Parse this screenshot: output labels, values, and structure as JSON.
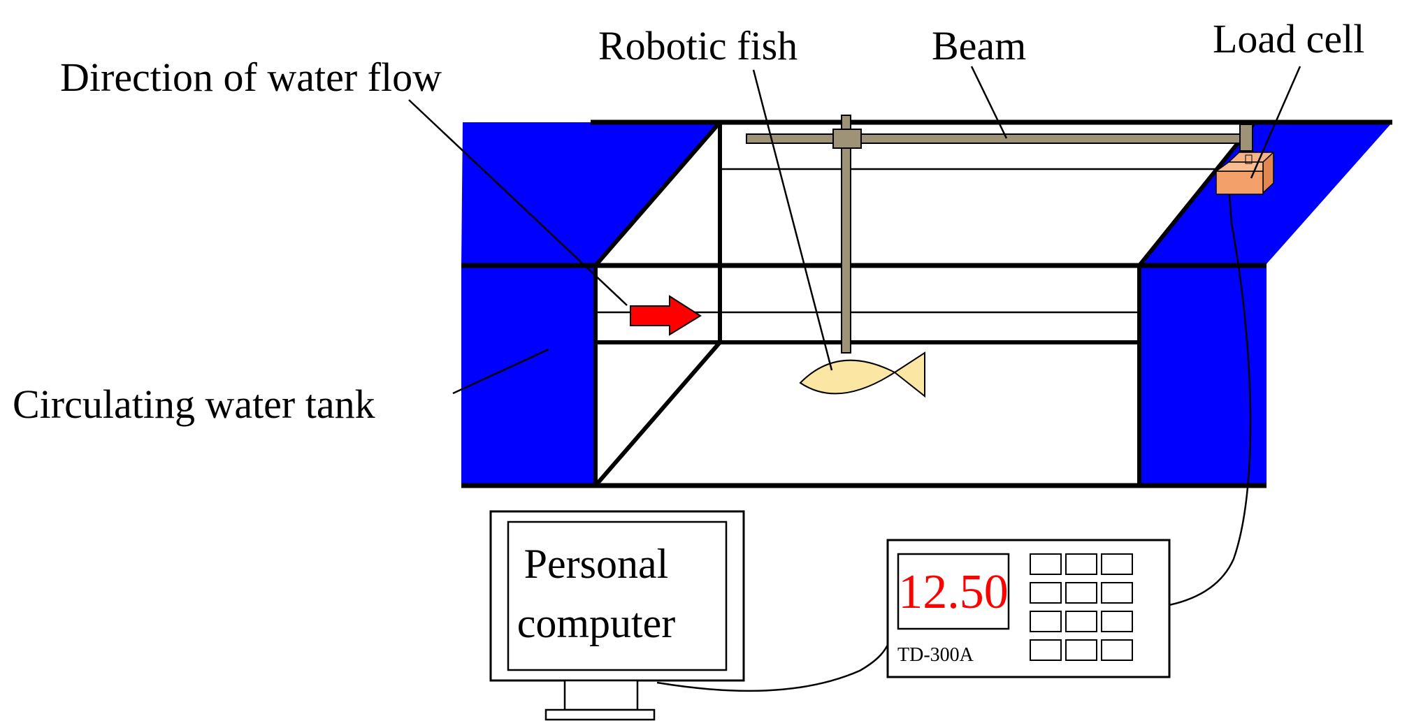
{
  "labels": {
    "water_flow": "Direction of water flow",
    "robotic_fish": "Robotic fish",
    "beam": "Beam",
    "load_cell": "Load cell",
    "tank": "Circulating water tank"
  },
  "computer": {
    "line1": "Personal",
    "line2": "computer"
  },
  "indicator": {
    "readout": "12.50",
    "model": "TD-300A",
    "keypad": {
      "rows": 4,
      "cols": 3
    }
  },
  "colors": {
    "tank_blue": "#0000ff",
    "beam_gray": "#9e9277",
    "fish_fill": "#fbe6a3",
    "load_cell_orange": "#f4a06a",
    "flow_arrow_red": "#ff0000",
    "readout_red": "#ff0000",
    "outline_black": "#000000"
  }
}
